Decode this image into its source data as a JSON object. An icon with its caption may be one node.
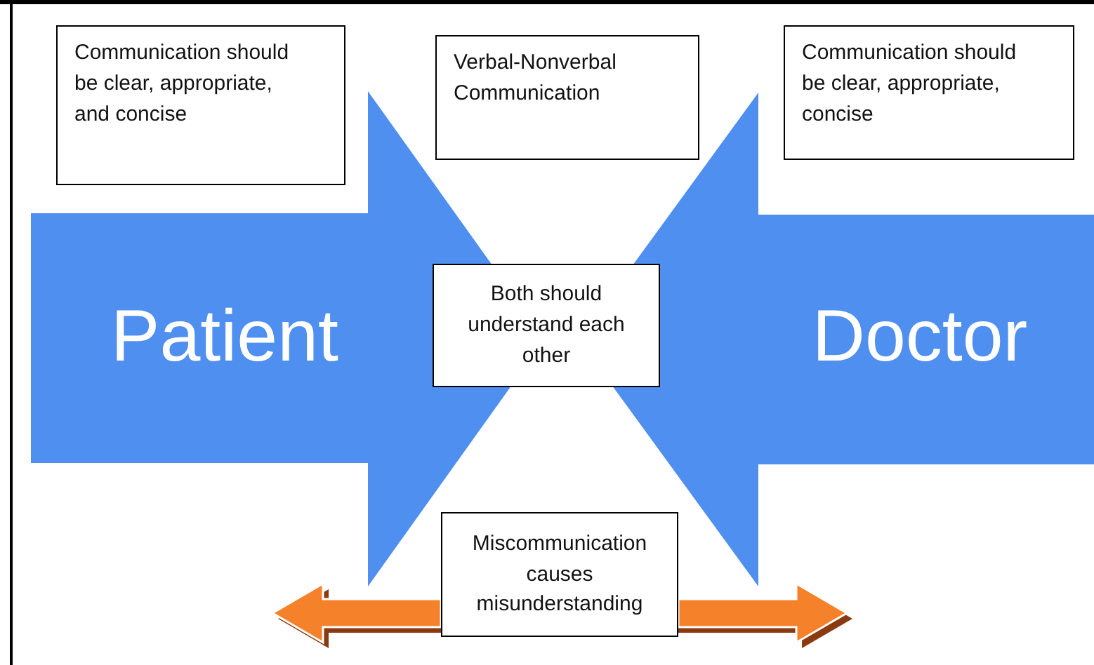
{
  "diagram": {
    "nodes": [
      {
        "text": [
          "Communication should be clear, appropriate, and concise"
        ]
      },
      {
        "text": [
          "Verbal-Nonverbal Communication"
        ]
      },
      {
        "text": [
          "Communication should be clear, appropriate, concise"
        ]
      },
      {
        "text": [
          "Patient"
        ]
      },
      {
        "text": [
          "Both should understand each other"
        ]
      },
      {
        "text": [
          "Doctor"
        ]
      },
      {
        "text": [
          "Miscommunication causes misunderstanding"
        ]
      }
    ],
    "edges": [
      {
        "from": 6,
        "to": null,
        "arrow": "to",
        "style": "thick",
        "color": "#f5822a"
      },
      {
        "from": 6,
        "to": null,
        "arrow": "to",
        "style": "thick",
        "color": "#f5822a"
      }
    ]
  }
}
